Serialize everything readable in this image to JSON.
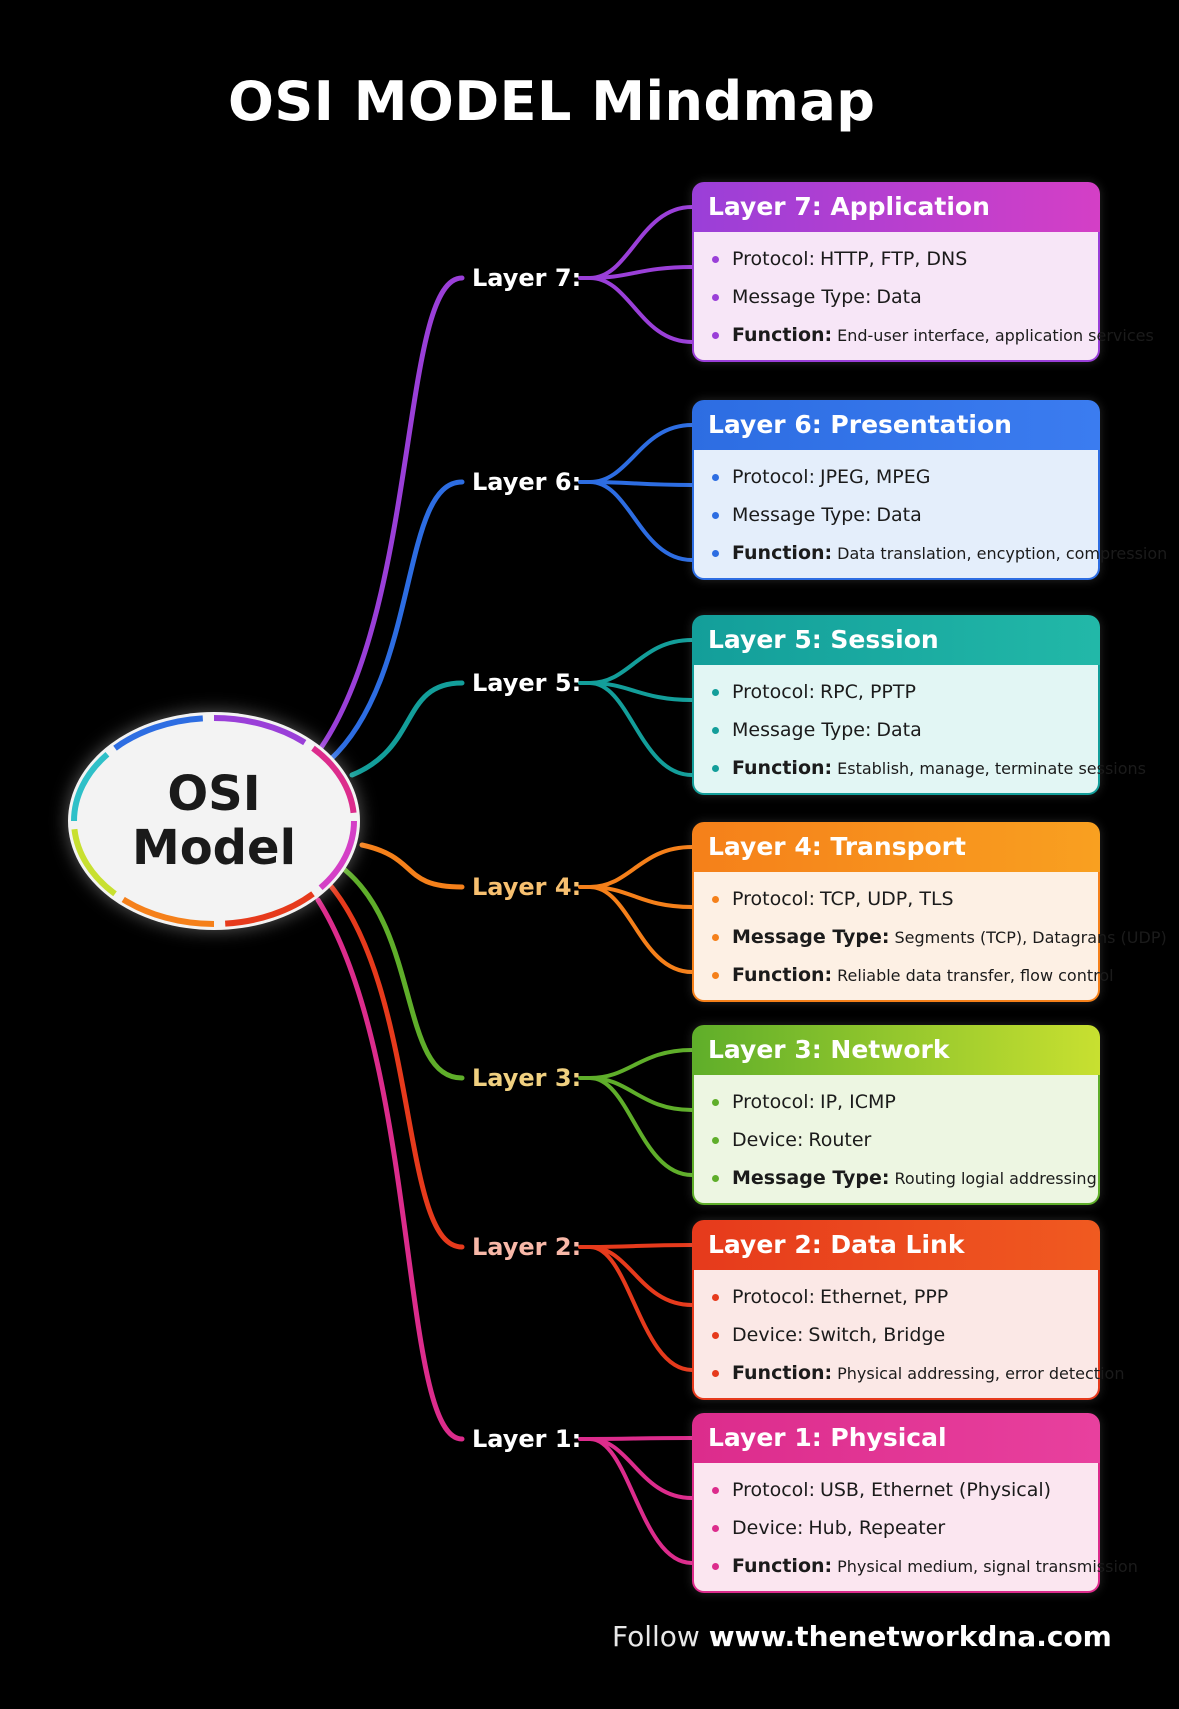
{
  "title": "OSI MODEL Mindmap",
  "center": {
    "line1": "OSI",
    "line2": "Model"
  },
  "layers": [
    {
      "branch": "Layer 7:",
      "header": "Layer 7: Application",
      "color": "#9a3fd8",
      "color2": "#d43fc6",
      "body": "#f7e6f7",
      "items": [
        {
          "key": "Protocol:",
          "value": "HTTP, FTP, DNS",
          "bold": false
        },
        {
          "key": "Message Type:",
          "value": "Data",
          "bold": false
        },
        {
          "key": "Function:",
          "value": "End-user interface, application services",
          "bold": true
        }
      ]
    },
    {
      "branch": "Layer 6:",
      "header": "Layer 6: Presentation",
      "color": "#2d6de2",
      "color2": "#3b7cf0",
      "body": "#e4eefb",
      "items": [
        {
          "key": "Protocol:",
          "value": "JPEG, MPEG",
          "bold": false
        },
        {
          "key": "Message Type:",
          "value": "Data",
          "bold": false
        },
        {
          "key": "Function:",
          "value": "Data translation, encyption, compression",
          "bold": true
        }
      ]
    },
    {
      "branch": "Layer 5:",
      "header": "Layer 5: Session",
      "color": "#139e9a",
      "color2": "#22b8a8",
      "body": "#e2f6f4",
      "items": [
        {
          "key": "Protocol:",
          "value": "RPC, PPTP",
          "bold": false
        },
        {
          "key": "Message Type:",
          "value": "Data",
          "bold": false
        },
        {
          "key": "Function:",
          "value": "Establish, manage, terminate sessions",
          "bold": true
        }
      ]
    },
    {
      "branch": "Layer 4:",
      "header": "Layer 4: Transport",
      "color": "#f5801a",
      "color2": "#f9a020",
      "body": "#fdf0e4",
      "items": [
        {
          "key": "Protocol:",
          "value": "TCP, UDP, TLS",
          "bold": false
        },
        {
          "key": "Message Type:",
          "value": "Segments (TCP), Datagrans (UDP)",
          "bold": true
        },
        {
          "key": "Function:",
          "value": "Reliable data transfer, flow control",
          "bold": true
        }
      ]
    },
    {
      "branch": "Layer 3:",
      "header": "Layer 3: Network",
      "color": "#5fae2a",
      "color2": "#c8e030",
      "body": "#edf6e2",
      "items": [
        {
          "key": "Protocol:",
          "value": "IP, ICMP",
          "bold": false
        },
        {
          "key": "Device:",
          "value": "Router",
          "bold": false
        },
        {
          "key": "Message Type:",
          "value": "Routing logial addressing",
          "bold": true
        }
      ]
    },
    {
      "branch": "Layer 2:",
      "header": "Layer 2: Data Link",
      "color": "#e63a1c",
      "color2": "#f05a20",
      "body": "#fbe8e6",
      "items": [
        {
          "key": "Protocol:",
          "value": "Ethernet, PPP",
          "bold": false
        },
        {
          "key": "Device:",
          "value": "Switch, Bridge",
          "bold": false
        },
        {
          "key": "Function:",
          "value": "Physical addressing, error detection",
          "bold": true
        }
      ]
    },
    {
      "branch": "Layer 1:",
      "header": "Layer 1: Physical",
      "color": "#dc2c8c",
      "color2": "#e8409e",
      "body": "#fbe6f0",
      "items": [
        {
          "key": "Protocol:",
          "value": "USB, Ethernet (Physical)",
          "bold": false
        },
        {
          "key": "Device:",
          "value": "Hub, Repeater",
          "bold": false
        },
        {
          "key": "Function:",
          "value": "Physical medium, signal transmission",
          "bold": true
        }
      ]
    }
  ],
  "footer": {
    "prefix": "Follow",
    "site": "www.thenetworkdna.com"
  }
}
